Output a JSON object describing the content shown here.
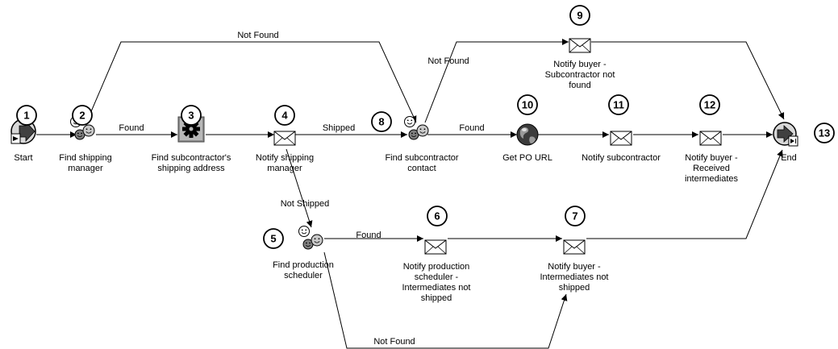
{
  "diagram": {
    "nodes": [
      {
        "id": "start",
        "number": "1",
        "icon": "start-icon",
        "label": [
          "Start"
        ]
      },
      {
        "id": "find-shipping-manager",
        "number": "2",
        "icon": "role-icon",
        "label": [
          "Find shipping",
          "manager"
        ]
      },
      {
        "id": "find-subcontractor-address",
        "number": "3",
        "icon": "gear-icon",
        "label": [
          "Find subcontractor's",
          "shipping address"
        ]
      },
      {
        "id": "notify-shipping-manager",
        "number": "4",
        "icon": "envelope-icon",
        "label": [
          "Notify shipping",
          "manager"
        ]
      },
      {
        "id": "find-production-scheduler",
        "number": "5",
        "icon": "role-icon",
        "label": [
          "Find production",
          "scheduler"
        ]
      },
      {
        "id": "notify-production-scheduler",
        "number": "6",
        "icon": "envelope-icon",
        "label": [
          "Notify production",
          "scheduler -",
          "Intermediates not",
          "shipped"
        ]
      },
      {
        "id": "notify-buyer-not-shipped",
        "number": "7",
        "icon": "envelope-icon",
        "label": [
          "Notify buyer -",
          "Intermediates not",
          "shipped"
        ]
      },
      {
        "id": "find-subcontractor-contact",
        "number": "8",
        "icon": "role-icon",
        "label": [
          "Find subcontractor",
          "contact"
        ]
      },
      {
        "id": "notify-buyer-sub-not-found",
        "number": "9",
        "icon": "envelope-icon",
        "label": [
          "Notify buyer -",
          "Subcontractor not",
          "found"
        ]
      },
      {
        "id": "get-po-url",
        "number": "10",
        "icon": "globe-icon",
        "label": [
          "Get PO URL"
        ]
      },
      {
        "id": "notify-subcontractor",
        "number": "11",
        "icon": "envelope-icon",
        "label": [
          "Notify subcontractor"
        ]
      },
      {
        "id": "notify-buyer-received",
        "number": "12",
        "icon": "envelope-icon",
        "label": [
          "Notify buyer -",
          "Received",
          "intermediates"
        ]
      },
      {
        "id": "end",
        "number": "13",
        "icon": "end-icon",
        "label": [
          "End"
        ]
      }
    ],
    "edges": [
      {
        "from": "start",
        "to": "find-shipping-manager",
        "label": ""
      },
      {
        "from": "find-shipping-manager",
        "to": "find-subcontractor-address",
        "label": "Found"
      },
      {
        "from": "find-shipping-manager",
        "to": "find-subcontractor-contact",
        "label": "Not Found"
      },
      {
        "from": "find-subcontractor-address",
        "to": "notify-shipping-manager",
        "label": ""
      },
      {
        "from": "notify-shipping-manager",
        "to": "find-subcontractor-contact",
        "label": "Shipped"
      },
      {
        "from": "notify-shipping-manager",
        "to": "find-production-scheduler",
        "label": "Not Shipped"
      },
      {
        "from": "find-subcontractor-contact",
        "to": "get-po-url",
        "label": "Found"
      },
      {
        "from": "find-subcontractor-contact",
        "to": "notify-buyer-sub-not-found",
        "label": "Not Found"
      },
      {
        "from": "notify-buyer-sub-not-found",
        "to": "end",
        "label": ""
      },
      {
        "from": "get-po-url",
        "to": "notify-subcontractor",
        "label": ""
      },
      {
        "from": "notify-subcontractor",
        "to": "notify-buyer-received",
        "label": ""
      },
      {
        "from": "notify-buyer-received",
        "to": "end",
        "label": ""
      },
      {
        "from": "find-production-scheduler",
        "to": "notify-production-scheduler",
        "label": "Found"
      },
      {
        "from": "find-production-scheduler",
        "to": "notify-buyer-not-shipped",
        "label": "Not Found"
      },
      {
        "from": "notify-production-scheduler",
        "to": "notify-buyer-not-shipped",
        "label": ""
      },
      {
        "from": "notify-buyer-not-shipped",
        "to": "end",
        "label": ""
      }
    ]
  }
}
